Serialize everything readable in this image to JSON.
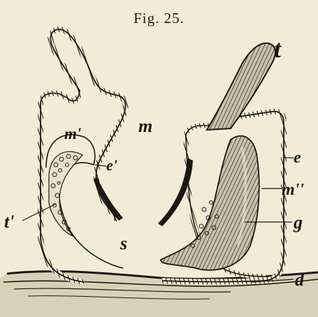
{
  "figure": {
    "title": "Fig. 25.",
    "labels": {
      "m": "m",
      "m_prime": "m'",
      "e_prime": "e'",
      "t": "t",
      "e": "e",
      "m_double_prime": "m''",
      "g": "g",
      "t_prime": "t'",
      "s": "s",
      "d": "d"
    }
  },
  "colors": {
    "paper": "#f1ecd6",
    "ink": "#1a1814"
  }
}
